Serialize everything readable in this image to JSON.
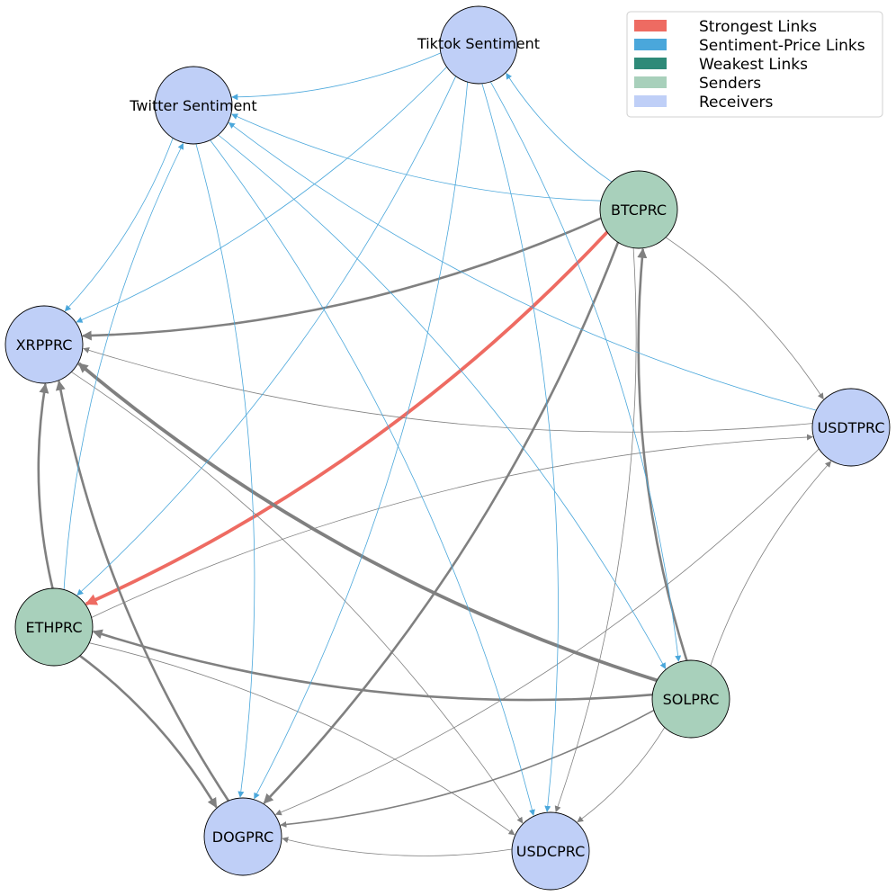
{
  "colors": {
    "strongest": "#EE6B62",
    "sentiment_price": "#4AA7DB",
    "weakest": "#2E8A78",
    "senders": "#A8D0BB",
    "receivers": "#BFCFF7",
    "gray_link": "#808080"
  },
  "legend": [
    {
      "key": "strongest",
      "label": "Strongest Links"
    },
    {
      "key": "sentiment_price",
      "label": "Sentiment-Price Links"
    },
    {
      "key": "weakest",
      "label": "Weakest Links"
    },
    {
      "key": "senders",
      "label": "Senders"
    },
    {
      "key": "receivers",
      "label": "Receivers"
    }
  ],
  "nodes": [
    {
      "id": "tiktok",
      "label": "Tiktok Sentiment",
      "role": "receiver"
    },
    {
      "id": "twitter",
      "label": "Twitter Sentiment",
      "role": "receiver"
    },
    {
      "id": "btc",
      "label": "BTCPRC",
      "role": "sender"
    },
    {
      "id": "xrp",
      "label": "XRPPRC",
      "role": "receiver"
    },
    {
      "id": "usdt",
      "label": "USDTPRC",
      "role": "receiver"
    },
    {
      "id": "eth",
      "label": "ETHPRC",
      "role": "sender"
    },
    {
      "id": "sol",
      "label": "SOLPRC",
      "role": "sender"
    },
    {
      "id": "doge",
      "label": "DOGPRC",
      "role": "receiver"
    },
    {
      "id": "usdc",
      "label": "USDCPRC",
      "role": "receiver"
    }
  ],
  "links": [
    {
      "from": "btc",
      "to": "eth",
      "type": "strongest",
      "weight": 4
    },
    {
      "from": "sol",
      "to": "xrp",
      "type": "gray",
      "weight": 4
    },
    {
      "from": "sol",
      "to": "eth",
      "type": "gray",
      "weight": 3
    },
    {
      "from": "sol",
      "to": "btc",
      "type": "gray",
      "weight": 3
    },
    {
      "from": "btc",
      "to": "xrp",
      "type": "gray",
      "weight": 3
    },
    {
      "from": "btc",
      "to": "doge",
      "type": "gray",
      "weight": 3
    },
    {
      "from": "eth",
      "to": "xrp",
      "type": "gray",
      "weight": 3
    },
    {
      "from": "eth",
      "to": "doge",
      "type": "gray",
      "weight": 3
    },
    {
      "from": "doge",
      "to": "xrp",
      "type": "gray",
      "weight": 3
    },
    {
      "from": "sol",
      "to": "doge",
      "type": "gray",
      "weight": 2
    },
    {
      "from": "btc",
      "to": "usdt",
      "type": "gray",
      "weight": 1
    },
    {
      "from": "btc",
      "to": "usdc",
      "type": "gray",
      "weight": 1
    },
    {
      "from": "usdt",
      "to": "xrp",
      "type": "gray",
      "weight": 1
    },
    {
      "from": "usdt",
      "to": "doge",
      "type": "gray",
      "weight": 1
    },
    {
      "from": "eth",
      "to": "usdt",
      "type": "gray",
      "weight": 1
    },
    {
      "from": "eth",
      "to": "usdc",
      "type": "gray",
      "weight": 1
    },
    {
      "from": "sol",
      "to": "usdt",
      "type": "gray",
      "weight": 1
    },
    {
      "from": "sol",
      "to": "usdc",
      "type": "gray",
      "weight": 1
    },
    {
      "from": "usdc",
      "to": "doge",
      "type": "gray",
      "weight": 1
    },
    {
      "from": "xrp",
      "to": "usdc",
      "type": "gray",
      "weight": 1
    },
    {
      "from": "twitter",
      "to": "xrp",
      "type": "sentiment_price",
      "weight": 1
    },
    {
      "from": "twitter",
      "to": "doge",
      "type": "sentiment_price",
      "weight": 1
    },
    {
      "from": "twitter",
      "to": "usdc",
      "type": "sentiment_price",
      "weight": 1
    },
    {
      "from": "twitter",
      "to": "sol",
      "type": "sentiment_price",
      "weight": 1
    },
    {
      "from": "tiktok",
      "to": "twitter",
      "type": "sentiment_price",
      "weight": 1
    },
    {
      "from": "tiktok",
      "to": "xrp",
      "type": "sentiment_price",
      "weight": 1
    },
    {
      "from": "tiktok",
      "to": "eth",
      "type": "sentiment_price",
      "weight": 1
    },
    {
      "from": "tiktok",
      "to": "doge",
      "type": "sentiment_price",
      "weight": 1
    },
    {
      "from": "tiktok",
      "to": "usdc",
      "type": "sentiment_price",
      "weight": 1
    },
    {
      "from": "tiktok",
      "to": "sol",
      "type": "sentiment_price",
      "weight": 1
    },
    {
      "from": "btc",
      "to": "tiktok",
      "type": "sentiment_price",
      "weight": 1
    },
    {
      "from": "btc",
      "to": "twitter",
      "type": "sentiment_price",
      "weight": 1
    },
    {
      "from": "usdt",
      "to": "twitter",
      "type": "sentiment_price",
      "weight": 1
    },
    {
      "from": "eth",
      "to": "twitter",
      "type": "sentiment_price",
      "weight": 1
    }
  ]
}
